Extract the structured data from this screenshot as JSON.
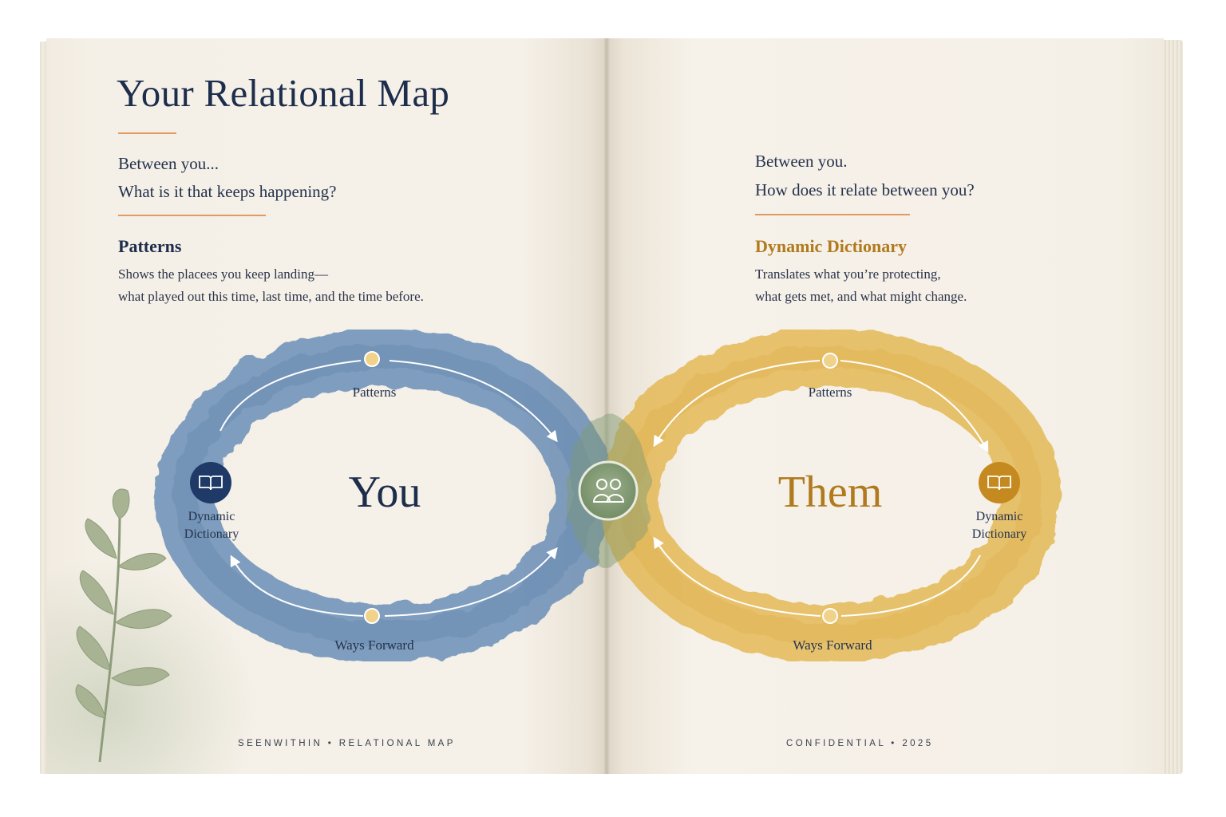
{
  "left_page": {
    "title": "Your Relational Map",
    "intro_line_1": "Between you...",
    "intro_line_2": "What is it that keeps happening?",
    "section_heading": "Patterns",
    "section_line_1": "Shows the placees you keep landing—",
    "section_line_2": "what played out this time, last time, and the time before.",
    "footer": "SEENWITHIN  •  RELATIONAL MAP"
  },
  "right_page": {
    "intro_line_1": "Between you.",
    "intro_line_2": "How does it relate between you?",
    "section_heading": "Dynamic Dictionary",
    "section_line_1": "Translates what you’re protecting,",
    "section_line_2": "what gets met, and what might change.",
    "footer": "CONFIDENTIAL  •  2025"
  },
  "diagram": {
    "left_loop": {
      "center_label": "You",
      "top_label": "Patterns",
      "side_label_line_1": "Dynamic",
      "side_label_line_2": "Dictionary",
      "bottom_label": "Ways Forward",
      "icon": "open-book-icon"
    },
    "right_loop": {
      "center_label": "Them",
      "top_label": "Patterns",
      "side_label_line_1": "Dynamic",
      "side_label_line_2": "Dictionary",
      "bottom_label": "Ways Forward",
      "icon": "open-book-icon"
    },
    "center_icon": "two-people-icon"
  },
  "colors": {
    "navy": "#1d2d4c",
    "blue_loop": "#5e86b3",
    "gold_loop": "#e3b449",
    "gold_text": "#b07a1e",
    "accent_rule": "#e29a63",
    "center_green": "#7f9a72"
  }
}
